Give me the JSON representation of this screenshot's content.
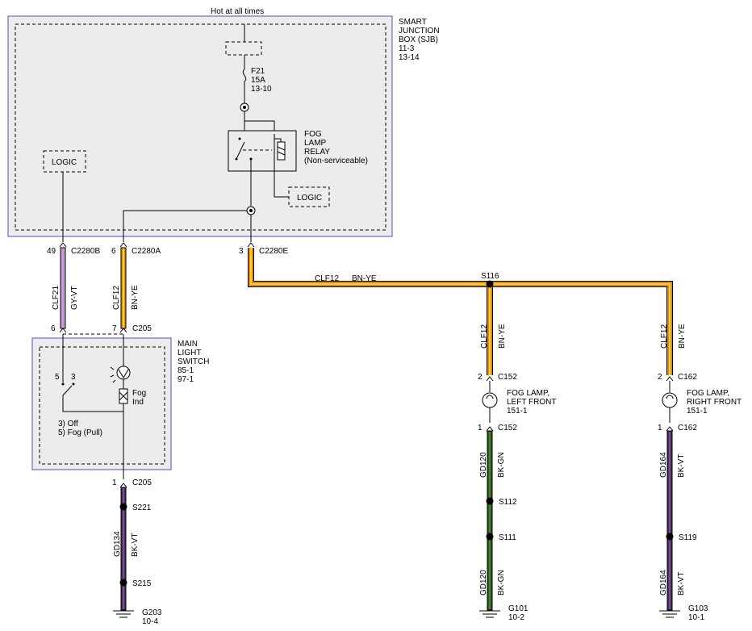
{
  "hot_label": "Hot at all times",
  "sjb": {
    "title": [
      "SMART",
      "JUNCTION",
      "BOX (SJB)",
      "11-3",
      "13-14"
    ],
    "fuse": [
      "F21",
      "15A",
      "13-10"
    ],
    "relay": [
      "FOG",
      "LAMP",
      "RELAY",
      "(Non-serviceable)"
    ],
    "logic_left": "LOGIC",
    "logic_right": "LOGIC"
  },
  "connectors": {
    "c2280b_pin": "49",
    "c2280b": "C2280B",
    "c2280a_pin": "6",
    "c2280a": "C2280A",
    "c2280e_pin": "3",
    "c2280e": "C2280E",
    "c205_pin6": "6",
    "c205_pin7": "7",
    "c205": "C205",
    "c205_bottom_pin": "1",
    "c205_bottom": "C205"
  },
  "wires": {
    "clf21": "CLF21",
    "gy_vt": "GY-VT",
    "clf12": "CLF12",
    "bn_ye": "BN-YE",
    "gd134": "GD134",
    "bk_vt": "BK-VT",
    "gd120": "GD120",
    "bk_gn": "BK-GN",
    "gd164": "GD164"
  },
  "main_switch": {
    "title": [
      "MAIN",
      "LIGHT",
      "SWITCH",
      "85-1",
      "97-1"
    ],
    "pin5": "5",
    "pin3": "3",
    "fog_ind": [
      "Fog",
      "Ind"
    ],
    "positions": [
      "3) Off",
      "5) Fog (Pull)"
    ]
  },
  "splices": {
    "s116": "S116",
    "s221": "S221",
    "s215": "S215",
    "s112": "S112",
    "s111": "S111",
    "s119": "S119"
  },
  "left_lamp": {
    "pin2": "2",
    "c152_top": "C152",
    "label": [
      "FOG LAMP,",
      "LEFT FRONT",
      "151-1"
    ],
    "pin1": "1",
    "c152_bottom": "C152"
  },
  "right_lamp": {
    "pin2": "2",
    "c162_top": "C162",
    "label": [
      "FOG LAMP,",
      "RIGHT FRONT",
      "151-1"
    ],
    "pin1": "1",
    "c162_bottom": "C162"
  },
  "grounds": {
    "g203": "G203",
    "g203_ref": "10-4",
    "g101": "G101",
    "g101_ref": "10-2",
    "g103": "G103",
    "g103_ref": "10-1"
  },
  "colors": {
    "frame": "#6a6ad6",
    "gy_vt": "#c49bd6",
    "bn_ye": "#e8870f",
    "bn_ye_stripe": "#f4d23a",
    "bk_vt": "#4a2c5e",
    "bk_gn": "#2e5a1c",
    "wire_outline": "#000000"
  }
}
